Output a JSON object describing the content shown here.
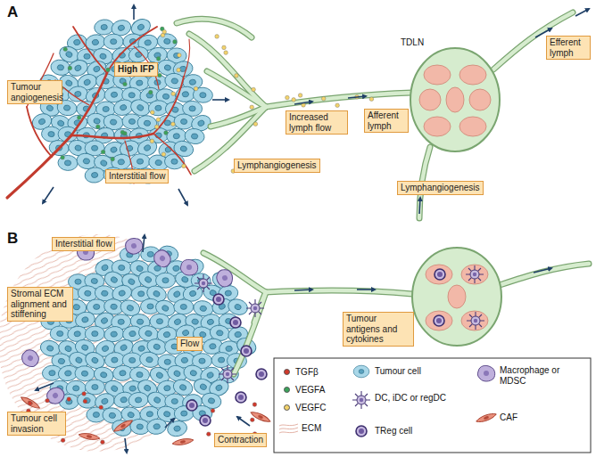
{
  "diagram": {
    "nodes": [
      {
        "text": [
          "Tumour angiogenesis"
        ]
      },
      {
        "text": [
          "High IFP"
        ]
      },
      {
        "text": [
          "Interstitial flow"
        ]
      },
      {
        "text": [
          "Lymphangiogenesis"
        ]
      },
      {
        "text": [
          "Increased lymph flow"
        ]
      },
      {
        "text": [
          "Afferent lymph"
        ]
      },
      {
        "text": [
          "Lymphangiogenesis"
        ]
      },
      {
        "text": [
          "Efferent lymph"
        ]
      },
      {
        "text": [
          "Interstitial flow"
        ]
      },
      {
        "text": [
          "Stromal ECM alignment and stiffening"
        ]
      },
      {
        "text": [
          "Flow"
        ]
      },
      {
        "text": [
          "Tumour antigens and cytokines"
        ]
      },
      {
        "text": [
          "Tumour cell invasion"
        ]
      },
      {
        "text": [
          "Contraction"
        ]
      }
    ],
    "labels": [
      "A",
      "TDLN",
      "B"
    ],
    "legend": [
      {
        "text": "TGFβ",
        "color": "#d0392b"
      },
      {
        "text": "VEGFA",
        "color": "#3aa35a"
      },
      {
        "text": "VEGFC",
        "color": "#f3d36b"
      },
      {
        "text": "ECM"
      },
      {
        "text": "Tumour cell"
      },
      {
        "text": "DC, iDC or regDC"
      },
      {
        "text": "TReg cell"
      },
      {
        "text": "Macrophage or MDSC"
      },
      {
        "text": "CAF"
      }
    ]
  }
}
